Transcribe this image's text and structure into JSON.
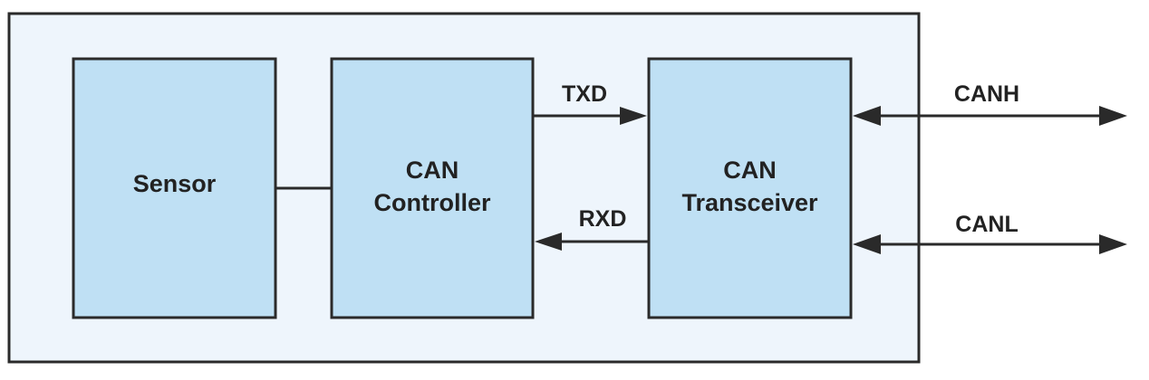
{
  "colors": {
    "outer_fill": "#eef5fc",
    "block_fill": "#bfe0f4",
    "stroke": "#2a2a2a",
    "text": "#222222"
  },
  "blocks": {
    "sensor": {
      "label": "Sensor"
    },
    "controller": {
      "line1": "CAN",
      "line2": "Controller"
    },
    "transceiver": {
      "line1": "CAN",
      "line2": "Transceiver"
    }
  },
  "signals": {
    "txd": "TXD",
    "rxd": "RXD",
    "canh": "CANH",
    "canl": "CANL"
  }
}
